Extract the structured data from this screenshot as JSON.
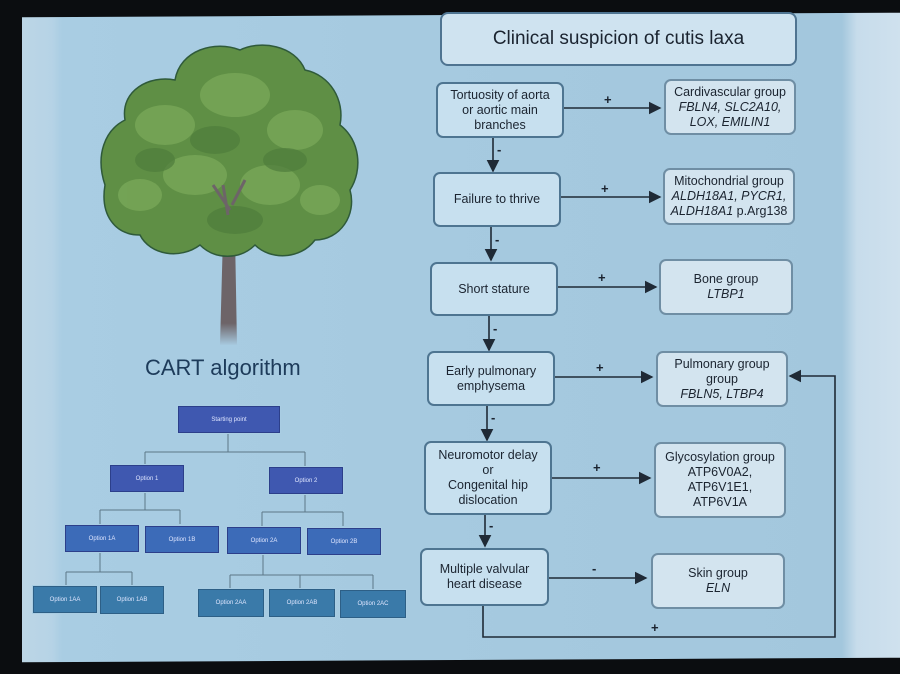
{
  "slide": {
    "left_title": "CART algorithm",
    "tree_icon": "tree-illustration"
  },
  "cart_tree": {
    "root": "Starting point",
    "level1": [
      "Option 1",
      "Option 2"
    ],
    "level2": [
      "Option 1A",
      "Option 1B",
      "Option 2A",
      "Option 2B"
    ],
    "level3": [
      "Option 1AA",
      "Option 1AB",
      "Option 2AA",
      "Option 2AB",
      "Option 2AC"
    ]
  },
  "flowchart": {
    "title": "Clinical suspicion of cutis laxa",
    "questions": [
      "Tortuosity of aorta or aortic main branches",
      "Failure to thrive",
      "Short stature",
      "Early pulmonary emphysema",
      "Neuromotor delay or Congenital hip dislocation",
      "Multiple valvular heart disease"
    ],
    "question_lines": [
      [
        "Tortuosity of aorta",
        "or aortic main",
        "branches"
      ],
      [
        "Failure to thrive"
      ],
      [
        "Short stature"
      ],
      [
        "Early pulmonary",
        "emphysema"
      ],
      [
        "Neuromotor delay",
        "or",
        "Congenital hip",
        "dislocation"
      ],
      [
        "Multiple valvular",
        "heart disease"
      ]
    ],
    "groups": [
      {
        "name": "Cardivascular group",
        "genes": [
          "FBLN4, SLC2A10,",
          "LOX, EMILIN1"
        ]
      },
      {
        "name": "Mitochondrial group",
        "genes": [
          "ALDH18A1, PYCR1,",
          "ALDH18A1"
        ],
        "suffix": " p.Arg138"
      },
      {
        "name": "Bone group",
        "genes": [
          "LTBP1"
        ]
      },
      {
        "name": "Pulmonary group",
        "name2": "group",
        "genes": [
          "FBLN5, LTBP4"
        ]
      },
      {
        "name": "Glycosylation group",
        "plain_genes": [
          "ATP6V0A2,",
          "ATP6V1E1,",
          "ATP6V1A"
        ]
      },
      {
        "name": "Skin group",
        "genes": [
          "ELN"
        ]
      }
    ],
    "edge_labels": {
      "yes": "+",
      "no": "-"
    }
  }
}
